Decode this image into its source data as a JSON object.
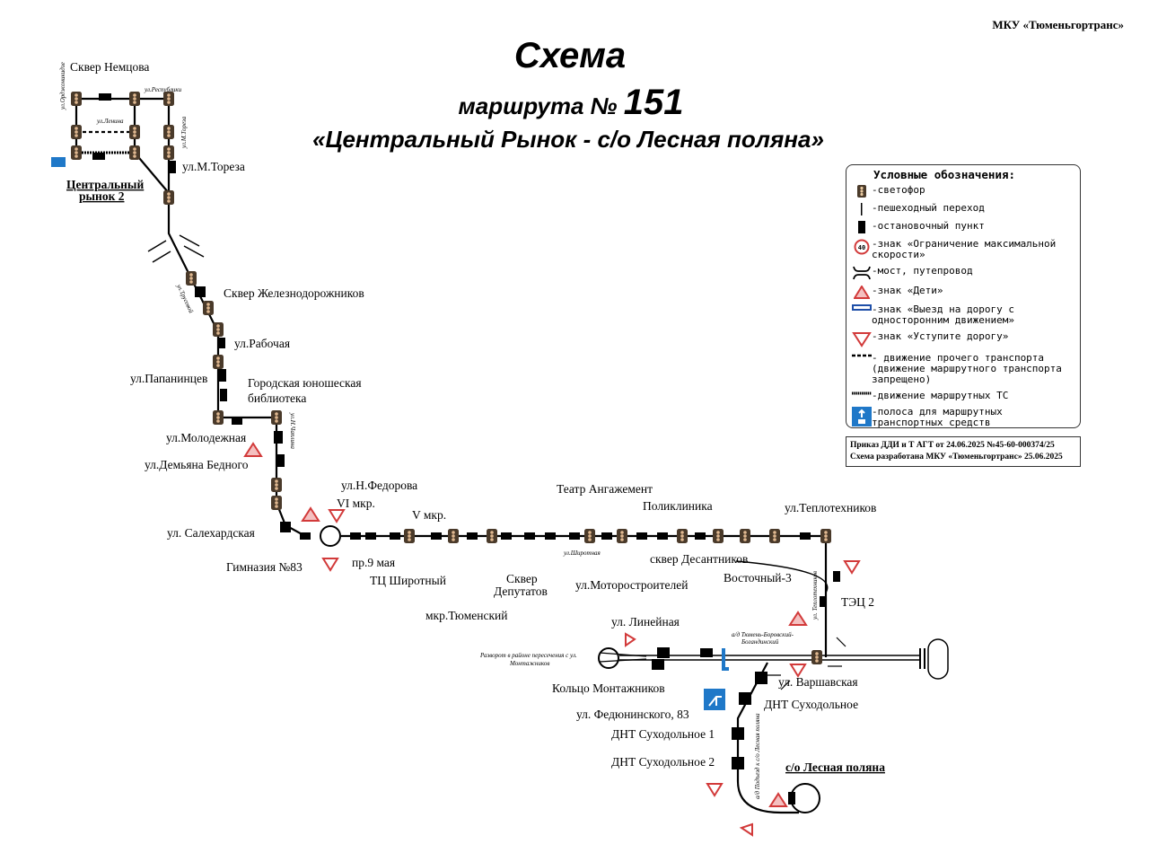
{
  "organization": "МКУ «Тюменьгортранс»",
  "title": {
    "line1": "Схема",
    "line2_prefix": "маршрута №",
    "route_number": "151",
    "line3": "«Центральный Рынок - с/о Лесная поляна»"
  },
  "stops": {
    "skver_nemtsova": "Сквер Немцова",
    "m_toreza": "ул.М.Тореза",
    "central_market_1": "Центральный",
    "central_market_2": "рынок 2",
    "skver_zhd": "Сквер Железнодорожников",
    "rabochaya": "ул.Рабочая",
    "papanintsev": "ул.Папанинцев",
    "library_1": "Городская юношеская",
    "library_2": "библиотека",
    "molodezhnaya": "ул.Молодежная",
    "demyana_bednogo": "ул.Демьяна Бедного",
    "salekhardskaya": "ул. Салехардская",
    "gymnasium": "Гимназия №83",
    "vi_mkr": "VI мкр.",
    "pr_9_maya": "пр.9 мая",
    "n_fedorova": "ул.Н.Федорова",
    "tc_shirotny": "ТЦ Широтный",
    "v_mkr": "V мкр.",
    "mkr_tyumensky": "мкр.Тюменский",
    "skver_deputatov_1": "Сквер",
    "skver_deputatov_2": "Депутатов",
    "teatr": "Театр Ангажемент",
    "motorostroiteley": "ул.Моторостроителей",
    "poliklinika": "Поликлиника",
    "skver_desantnikov": "сквер Десантников",
    "vostochny3": "Восточный-3",
    "teplotekhnikov": "ул.Теплотехников",
    "tets2": "ТЭЦ 2",
    "lineynaya": "ул. Линейная",
    "koltso": "Кольцо Монтажников",
    "fedyuninskogo": "ул. Федюнинского, 83",
    "varshavskaya": "ул. Варшавская",
    "dnt": "ДНТ Суходольное",
    "dnt1": "ДНТ Суходольное 1",
    "dnt2": "ДНТ Суходольное 2",
    "lesnaya": "с/о Лесная поляна"
  },
  "streets": {
    "ordzhonikidze": "ул.Орджоникидзе",
    "respubliki": "ул.Республики",
    "lenina": "ул.Ленина",
    "m_toreza": "ул.М.Тореза",
    "trusovoy": "ул.Трусовой",
    "n_chaplina": "ул.Н.Чаплина",
    "shirotnaya": "ул.Широтная",
    "teplotekhnikov": "ул. Теплотехников",
    "highway_1": "а/д Тюмень-Боровский-",
    "highway_2": "Богандинский",
    "podezd": "а/д Подъезд к с/о Лесная поляна",
    "razvorot_1": "Разворот в районе пересечения с ул.",
    "razvorot_2": "Монтажников"
  },
  "legend": {
    "title": "Условные обозначения:",
    "items": [
      "-светофор",
      "-пешеходный переход",
      "-остановочный пункт",
      "-знак «Ограничение максимальной скорости»",
      "-мост, путепровод",
      "-знак «Дети»",
      "-знак «Выезд на дорогу с односторонним движением»",
      "-знак «Уступите дорогу»",
      "- движение прочего транспорта (движение маршрутного транспорта запрещено)",
      "-движение маршрутных ТС",
      "-полоса для маршрутных транспортных средств"
    ],
    "speed_value": "40"
  },
  "order": {
    "line1": "Приказ ДДИ и Т АГТ от 24.06.2025 №45-60-000374/25",
    "line2": "Схема разработана МКУ «Тюменьгортранс» 25.06.2025"
  },
  "colors": {
    "sign_red": "#d23a3a",
    "lane_blue": "#1f78c8",
    "line": "#000000"
  }
}
